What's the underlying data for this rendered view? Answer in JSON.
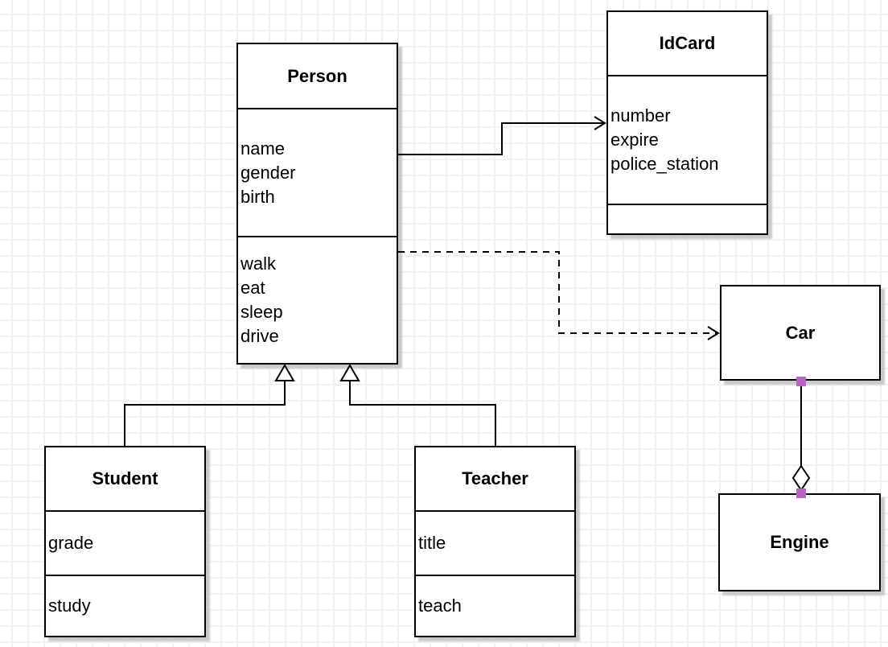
{
  "canvas": {
    "background_color": "#ffffff",
    "grid_color": "#f2f2f6",
    "line_color": "#000000",
    "shadow_color": "#c9c9c9",
    "aggregation_endpoint_color": "#b665c0"
  },
  "classes": {
    "person": {
      "title": "Person",
      "attributes": [
        "name",
        "gender",
        "birth"
      ],
      "methods": [
        "walk",
        "eat",
        "sleep",
        "drive"
      ]
    },
    "idcard": {
      "title": "IdCard",
      "attributes": [
        "number",
        "expire",
        "police_station"
      ],
      "methods": []
    },
    "car": {
      "title": "Car"
    },
    "engine": {
      "title": "Engine"
    },
    "student": {
      "title": "Student",
      "attributes": [
        "grade"
      ],
      "methods": [
        "study"
      ]
    },
    "teacher": {
      "title": "Teacher",
      "attributes": [
        "title"
      ],
      "methods": [
        "teach"
      ]
    }
  },
  "relationships": [
    {
      "type": "association",
      "from": "Person",
      "to": "IdCard",
      "line": "solid",
      "head": "open-arrow"
    },
    {
      "type": "dependency",
      "from": "Person",
      "to": "Car",
      "line": "dashed",
      "head": "open-arrow"
    },
    {
      "type": "generalization",
      "from": "Student",
      "to": "Person",
      "line": "solid",
      "head": "hollow-triangle"
    },
    {
      "type": "generalization",
      "from": "Teacher",
      "to": "Person",
      "line": "solid",
      "head": "hollow-triangle"
    },
    {
      "type": "aggregation",
      "from": "Car",
      "to": "Engine",
      "line": "solid",
      "head": "hollow-diamond"
    }
  ]
}
